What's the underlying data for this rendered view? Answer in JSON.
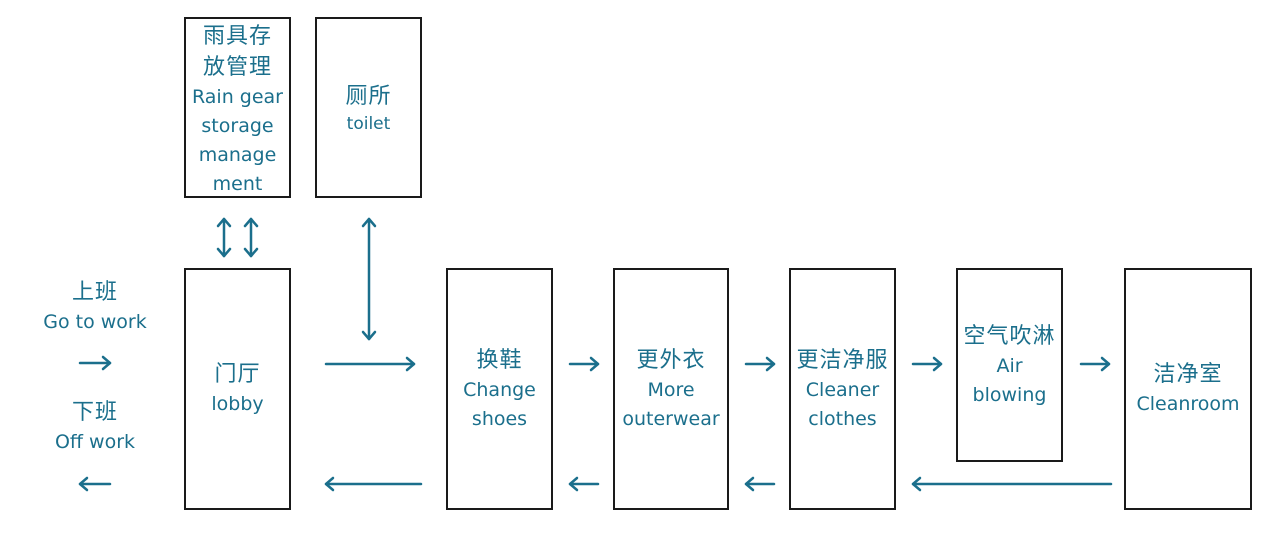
{
  "colors": {
    "text": "#1b6f8c",
    "arrow": "#1b6f8c",
    "border": "#1a1a1a"
  },
  "left_labels": {
    "go_zh": "上班",
    "go_en": "Go to work",
    "off_zh": "下班",
    "off_en": "Off work"
  },
  "boxes": {
    "rain_gear": {
      "zh_line1": "雨具存",
      "zh_line2": "放管理",
      "en_line1": "Rain gear",
      "en_line2": "storage",
      "en_line3": "manage",
      "en_line4": "ment"
    },
    "toilet": {
      "zh": "厕所",
      "en": "toilet"
    },
    "lobby": {
      "zh": "门厅",
      "en": "lobby"
    },
    "change_shoes": {
      "zh": "换鞋",
      "en_line1": "Change",
      "en_line2": "shoes"
    },
    "more_outerwear": {
      "zh": "更外衣",
      "en_line1": "More",
      "en_line2": "outerwear"
    },
    "cleaner_clothes": {
      "zh": "更洁净服",
      "en_line1": "Cleaner",
      "en_line2": "clothes"
    },
    "air_blowing": {
      "zh": "空气吹淋",
      "en_line1": "Air",
      "en_line2": "blowing"
    },
    "cleanroom": {
      "zh": "洁净室",
      "en": "Cleanroom"
    }
  }
}
